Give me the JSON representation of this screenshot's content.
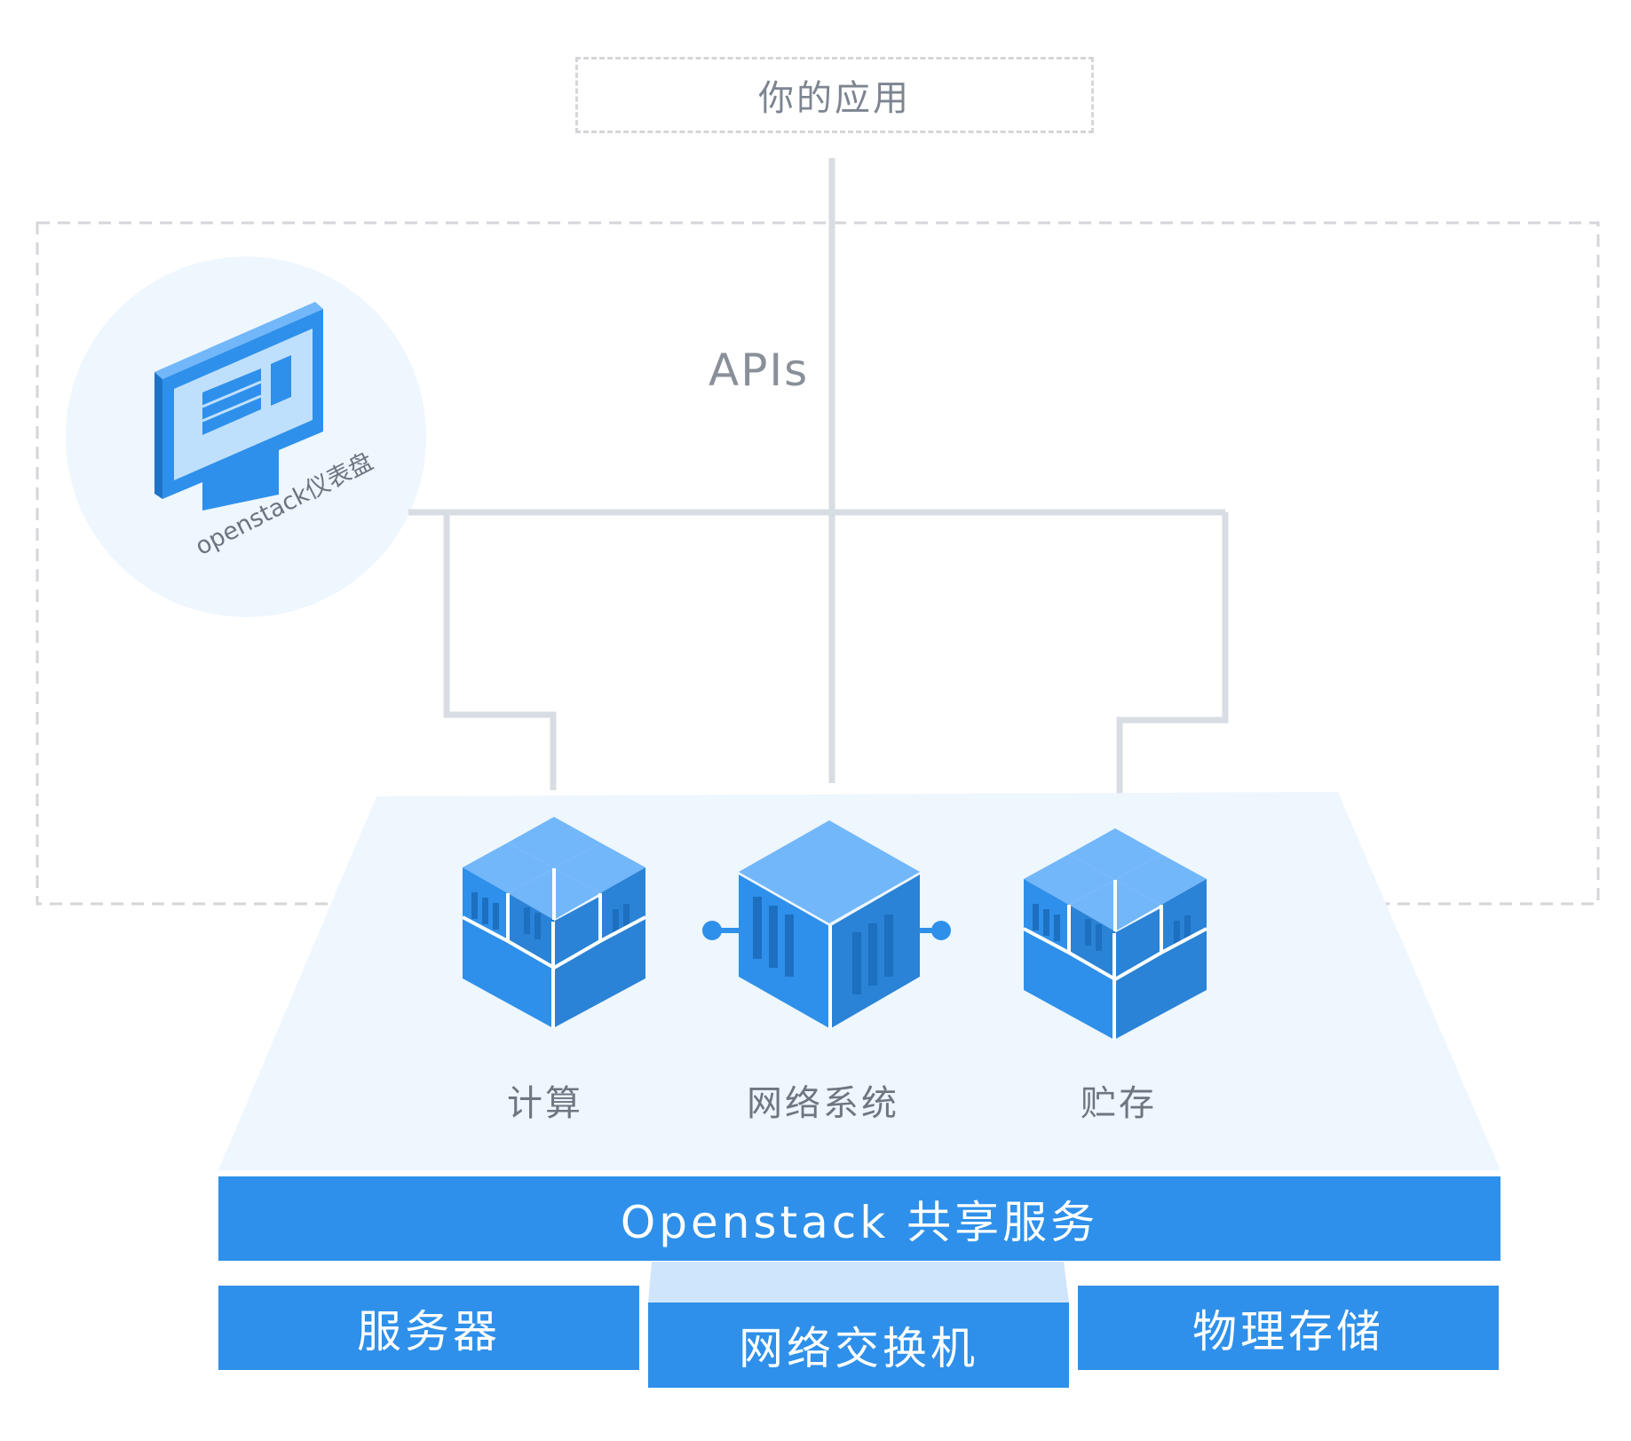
{
  "app": {
    "label": "你的应用"
  },
  "apis": {
    "label": "APIs"
  },
  "dashboard": {
    "label": "openstack仪表盘"
  },
  "services": [
    {
      "label": "计算",
      "icon": "compute-cubes-icon"
    },
    {
      "label": "网络系统",
      "icon": "network-cube-icon"
    },
    {
      "label": "贮存",
      "icon": "storage-cubes-icon"
    }
  ],
  "shared_services": {
    "label": "Openstack 共享服务"
  },
  "hardware": {
    "server": "服务器",
    "switch": "网络交换机",
    "storage": "物理存储"
  },
  "colors": {
    "primary_blue": "#2e90ea",
    "light_blue": "#72b7fa",
    "platform_bg": "#eef6fe",
    "line_gray": "#d8dde3",
    "dashed_border": "#d4d6da"
  }
}
